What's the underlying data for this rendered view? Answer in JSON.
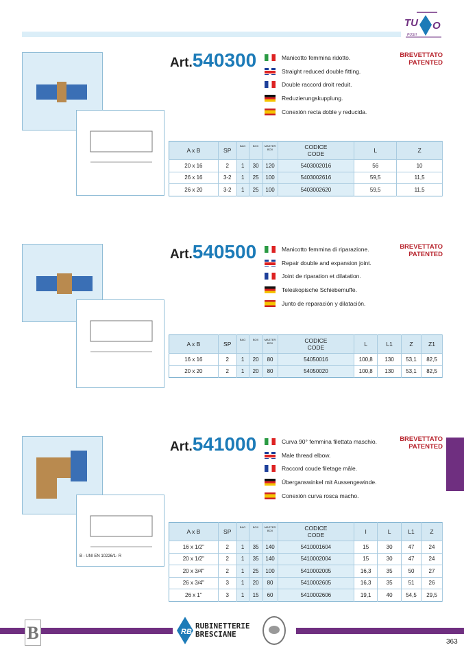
{
  "header": {
    "logo_text": "TURBO",
    "logo_sub": "PUSH"
  },
  "products": [
    {
      "art_prefix": "Art.",
      "art_number": "540300",
      "patent": [
        "BREVETTATO",
        "PATENTED"
      ],
      "descriptions": [
        {
          "lang": "it",
          "text": "Manicotto femmina ridotto."
        },
        {
          "lang": "uk",
          "text": "Straight reduced double fitting."
        },
        {
          "lang": "fr",
          "text": "Double raccord droit reduit."
        },
        {
          "lang": "de",
          "text": "Reduzierungskupplung."
        },
        {
          "lang": "es",
          "text": "Conexión recta doble y reducida."
        }
      ],
      "table": {
        "headers": [
          "A x B",
          "SP",
          "BAG",
          "BOX",
          "MASTER BOX",
          "CODICE\nCODE",
          "L",
          "Z"
        ],
        "rows": [
          [
            "20 x 16",
            "2",
            "1",
            "30",
            "120",
            "5403002016",
            "56",
            "10"
          ],
          [
            "26 x 16",
            "3-2",
            "1",
            "25",
            "100",
            "5403002616",
            "59,5",
            "11,5"
          ],
          [
            "26 x 20",
            "3-2",
            "1",
            "25",
            "100",
            "5403002620",
            "59,5",
            "11,5"
          ]
        ]
      }
    },
    {
      "art_prefix": "Art.",
      "art_number": "540500",
      "patent": [
        "BREVETTATO",
        "PATENTED"
      ],
      "descriptions": [
        {
          "lang": "it",
          "text": "Manicotto femmina di riparazione."
        },
        {
          "lang": "uk",
          "text": "Repair double and expansion joint."
        },
        {
          "lang": "fr",
          "text": "Joint de riparation et dilatation."
        },
        {
          "lang": "de",
          "text": "Teleskopische Schiebemuffe."
        },
        {
          "lang": "es",
          "text": "Junto de reparación y dilatación."
        }
      ],
      "table": {
        "headers": [
          "A x B",
          "SP",
          "BAG",
          "BOX",
          "MASTER BOX",
          "CODICE\nCODE",
          "L",
          "L1",
          "Z",
          "Z1"
        ],
        "rows": [
          [
            "16 x 16",
            "2",
            "1",
            "20",
            "80",
            "54050016",
            "100,8",
            "130",
            "53,1",
            "82,5"
          ],
          [
            "20 x 20",
            "2",
            "1",
            "20",
            "80",
            "54050020",
            "100,8",
            "130",
            "53,1",
            "82,5"
          ]
        ]
      }
    },
    {
      "art_prefix": "Art.",
      "art_number": "541000",
      "patent": [
        "BREVETTATO",
        "PATENTED"
      ],
      "descriptions": [
        {
          "lang": "it",
          "text": "Curva 90° femmina filettata maschio."
        },
        {
          "lang": "uk",
          "text": "Male thread elbow."
        },
        {
          "lang": "fr",
          "text": "Raccord coude filetage mâle."
        },
        {
          "lang": "de",
          "text": "Überganswinkel mit Aussengewinde."
        },
        {
          "lang": "es",
          "text": "Conexión curva rosca macho."
        }
      ],
      "drawing_caption": "B - UNI EN 10226/1- R",
      "table": {
        "headers": [
          "A x B",
          "SP",
          "BAG",
          "BOX",
          "MASTER BOX",
          "CODICE\nCODE",
          "I",
          "L",
          "L1",
          "Z"
        ],
        "rows": [
          [
            "16 x 1/2\"",
            "2",
            "1",
            "35",
            "140",
            "5410001604",
            "15",
            "30",
            "47",
            "24"
          ],
          [
            "20 x 1/2\"",
            "2",
            "1",
            "35",
            "140",
            "5410002004",
            "15",
            "30",
            "47",
            "24"
          ],
          [
            "20 x 3/4\"",
            "2",
            "1",
            "25",
            "100",
            "5410002005",
            "16,3",
            "35",
            "50",
            "27"
          ],
          [
            "26 x 3/4\"",
            "3",
            "1",
            "20",
            "80",
            "5410002605",
            "16,3",
            "35",
            "51",
            "26"
          ],
          [
            "26 x 1\"",
            "3",
            "1",
            "15",
            "60",
            "5410002606",
            "19,1",
            "40",
            "54,5",
            "29,5"
          ]
        ]
      }
    }
  ],
  "footer": {
    "brand_line1": "RUBINETTERIE",
    "brand_line2": "BRESCIANE",
    "page_number": "363"
  },
  "colors": {
    "accent": "#1c7bb8",
    "purple": "#6f2f80",
    "patent": "#b8262f"
  }
}
